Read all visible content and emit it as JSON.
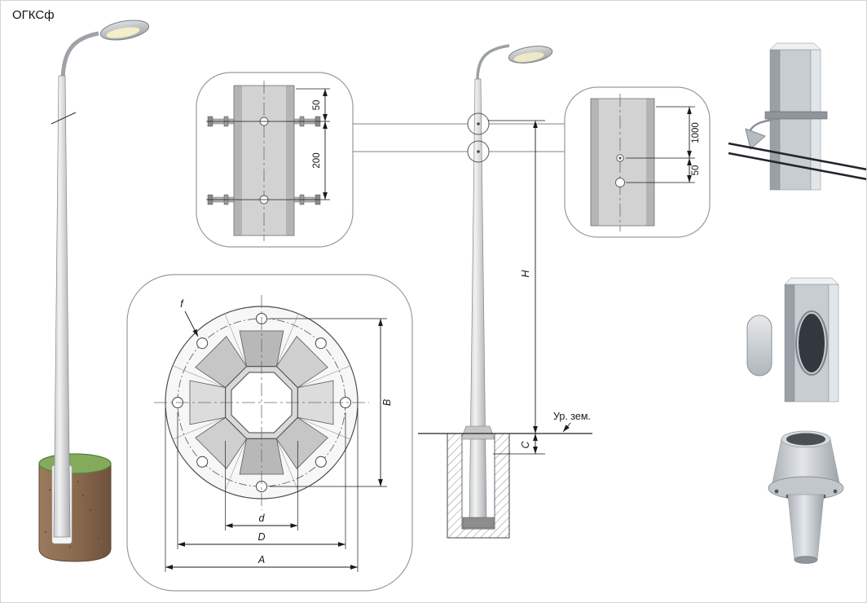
{
  "title": "ОГКСф",
  "top_detail": {
    "dim_edge": "50",
    "dim_spacing": "200"
  },
  "hole_detail": {
    "dim_spacing": "1000",
    "dim_offset": "50"
  },
  "flange_plan": {
    "dim_f": "f",
    "dim_B": "B",
    "dim_d": "d",
    "dim_D": "D",
    "dim_A": "A"
  },
  "elevation": {
    "dim_H": "H",
    "dim_C": "C",
    "ground_label": "Ур. зем."
  }
}
